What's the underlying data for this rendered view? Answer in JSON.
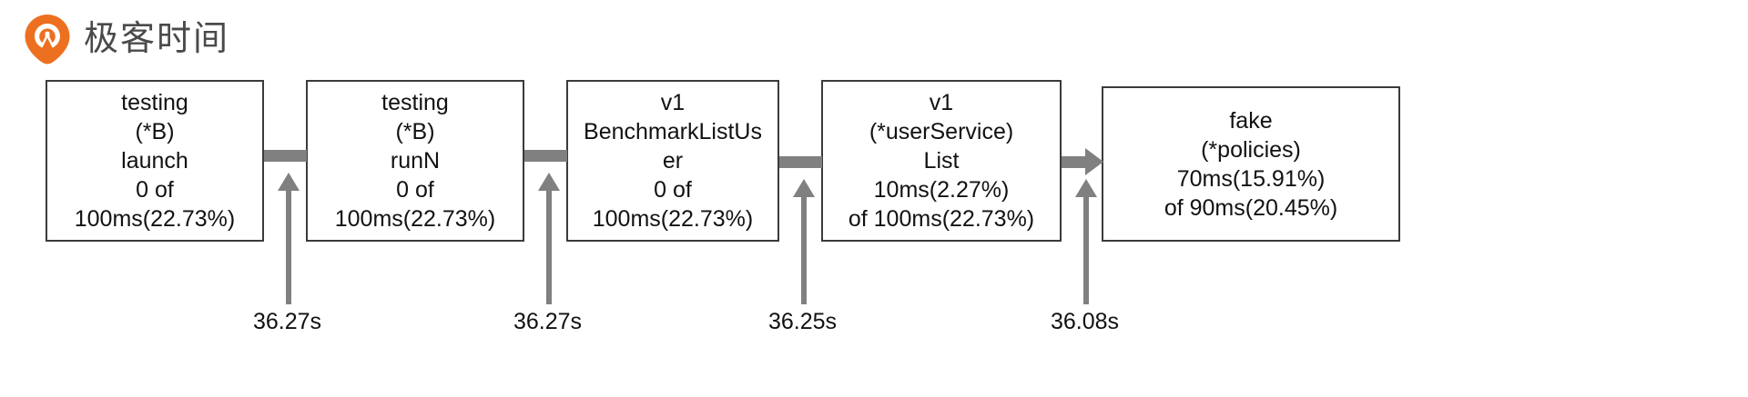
{
  "brand": {
    "name": "极客时间",
    "logo_icon": "geek-time-pin-logo-icon",
    "logo_color": "#ED7020"
  },
  "diagram": {
    "type": "pprof-call-graph",
    "edge_color": "#808080",
    "node_border_color": "#3b3b3b",
    "nodes": [
      {
        "id": "node-0",
        "lines": [
          "testing",
          "(*B)",
          "launch",
          "0 of",
          "100ms(22.73%)"
        ],
        "package": "testing",
        "receiver": "(*B)",
        "func": "launch",
        "self": "0",
        "cumulative": "100ms(22.73%)"
      },
      {
        "id": "node-1",
        "lines": [
          "testing",
          "(*B)",
          "runN",
          "0 of",
          "100ms(22.73%)"
        ],
        "package": "testing",
        "receiver": "(*B)",
        "func": "runN",
        "self": "0",
        "cumulative": "100ms(22.73%)"
      },
      {
        "id": "node-2",
        "lines": [
          "v1",
          "BenchmarkListUs",
          "er",
          "0 of",
          "100ms(22.73%)"
        ],
        "package": "v1",
        "receiver": "",
        "func": "BenchmarkListUser",
        "self": "0",
        "cumulative": "100ms(22.73%)"
      },
      {
        "id": "node-3",
        "lines": [
          "v1",
          "(*userService)",
          "List",
          "10ms(2.27%)",
          "of 100ms(22.73%)"
        ],
        "package": "v1",
        "receiver": "(*userService)",
        "func": "List",
        "self": "10ms(2.27%)",
        "cumulative": "of 100ms(22.73%)"
      },
      {
        "id": "node-4",
        "lines": [
          "fake",
          "(*policies)",
          "70ms(15.91%)",
          "of 90ms(20.45%)"
        ],
        "package": "fake",
        "receiver": "(*policies)",
        "func": "",
        "self": "70ms(15.91%)",
        "cumulative": "of 90ms(20.45%)"
      }
    ],
    "callouts": [
      {
        "id": "callout-0",
        "label": "36.27s"
      },
      {
        "id": "callout-1",
        "label": "36.27s"
      },
      {
        "id": "callout-2",
        "label": "36.25s"
      },
      {
        "id": "callout-3",
        "label": "36.08s"
      }
    ]
  }
}
